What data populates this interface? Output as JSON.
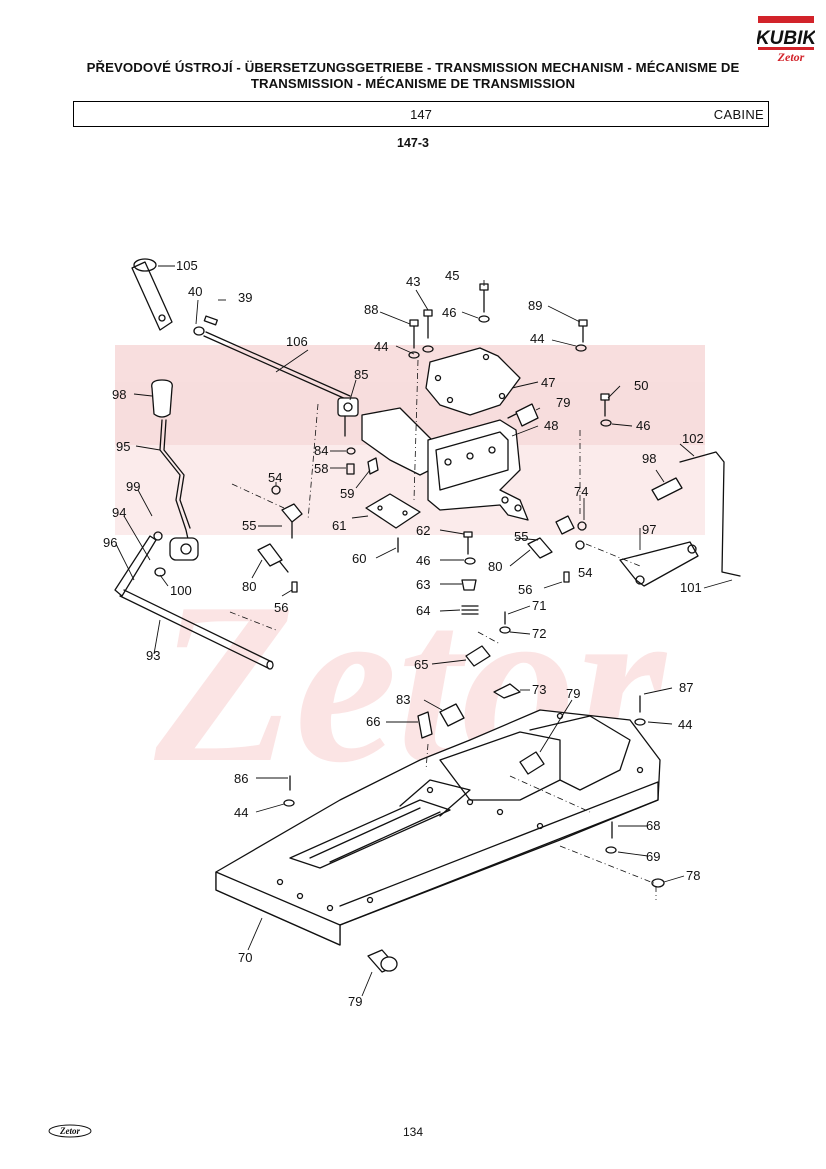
{
  "header": {
    "title": "PŘEVODOVÉ ÚSTROJÍ - ÜBERSETZUNGSGETRIEBE - TRANSMISSION MECHANISM - MÉCANISME DE TRANSMISSION - MÉCANISME DE TRANSMISSION",
    "group_code": "147",
    "section": "CABINE",
    "figure_code": "147-3"
  },
  "logo": {
    "brand": "KUBIK",
    "sub": "Zetor"
  },
  "footer": {
    "page_number": "134",
    "logo": "Zetor"
  },
  "colors": {
    "ink": "#111111",
    "logo_red": "#d2232a",
    "watermark": "#f5d4d4"
  },
  "callouts": [
    "105",
    "40",
    "39",
    "106",
    "98",
    "95",
    "99",
    "94",
    "96",
    "100",
    "93",
    "85",
    "84",
    "58",
    "59",
    "54",
    "55",
    "80",
    "56",
    "61",
    "60",
    "43",
    "45",
    "88",
    "46",
    "44",
    "47",
    "79",
    "48",
    "89",
    "50",
    "102",
    "74",
    "97",
    "101",
    "62",
    "63",
    "64",
    "71",
    "72",
    "65",
    "73",
    "83",
    "66",
    "87",
    "86",
    "68",
    "69",
    "78",
    "70"
  ]
}
